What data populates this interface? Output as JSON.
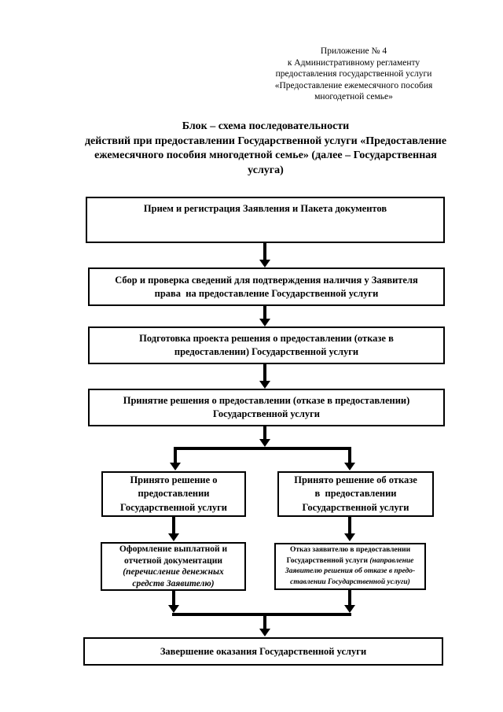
{
  "colors": {
    "ink": "#000000",
    "paper": "#ffffff"
  },
  "page": {
    "appendix_note": "Приложение № 4\nк Административному регламенту\nпредоставления государственной услуги\n«Предоставление ежемесячного пособия\nмногодетной семье»",
    "title": "Блок – схема последовательности\nдействий при предоставлении Государственной услуги «Предоставление\nежемесячного пособия многодетной семье» (далее – Государственная\nуслуга)"
  },
  "flowchart": {
    "steps": {
      "reception": "Прием и регистрация Заявления и Пакета документов",
      "verification": "Сбор и проверка сведений для подтверждения наличия у Заявителя\nправа  на предоставление Государственной услуги",
      "draft_decision": "Подготовка проекта решения о предоставлении (отказе в\nпредоставлении) Государственной услуги",
      "decision": "Принятие решения о предоставлении (отказе в предоставлении)\nГосударственной услуги",
      "approved": "Принято решение о\nпредоставлении\nГосударственной услуги",
      "refused": "Принято решение об отказе\nв  предоставлении\nГосударственной услуги",
      "payment_main": "Оформление выплатной и\nотчетной документации\n",
      "payment_note": "(перечисление денежных\nсредств Заявителю)",
      "refusal_main": "Отказ заявителю в предоставлении\nГосударственной услуги ",
      "refusal_note": "(направление\nЗаявителю решения об отказе в предо-\nставлении Государственной услуги)",
      "completion": "Завершение оказания Государственной услуги"
    }
  }
}
